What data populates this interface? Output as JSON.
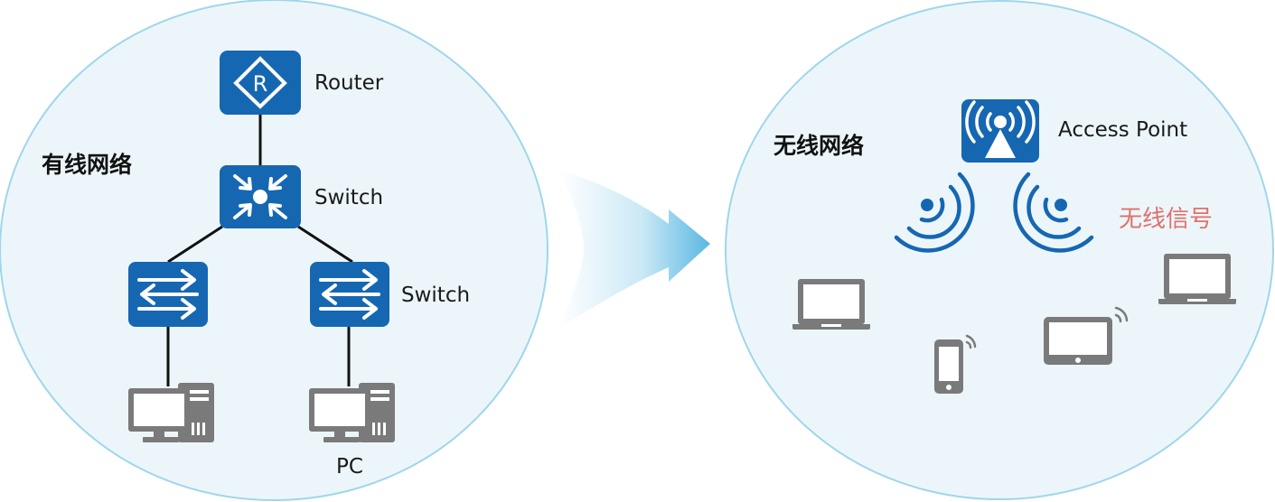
{
  "colors": {
    "device_blue": "#1667b2",
    "bubble_fill": "#ecf6fa",
    "bubble_stroke": "#9fd6ec",
    "device_gray": "#7a7a7a",
    "signal_label": "#e0706b",
    "arrow_blue": "#5ab7e2"
  },
  "wired": {
    "title": "有线网络",
    "router_label": "Router",
    "core_switch_label": "Switch",
    "access_switch_label": "Switch",
    "pc_label": "PC"
  },
  "wireless": {
    "title": "无线网络",
    "ap_label": "Access Point",
    "signal_label": "无线信号"
  },
  "icons": [
    "router-icon",
    "core-switch-icon",
    "access-switch-icon",
    "desktop-pc-icon",
    "access-point-icon",
    "wifi-signal-icon",
    "laptop-icon",
    "phone-icon",
    "tablet-icon"
  ]
}
